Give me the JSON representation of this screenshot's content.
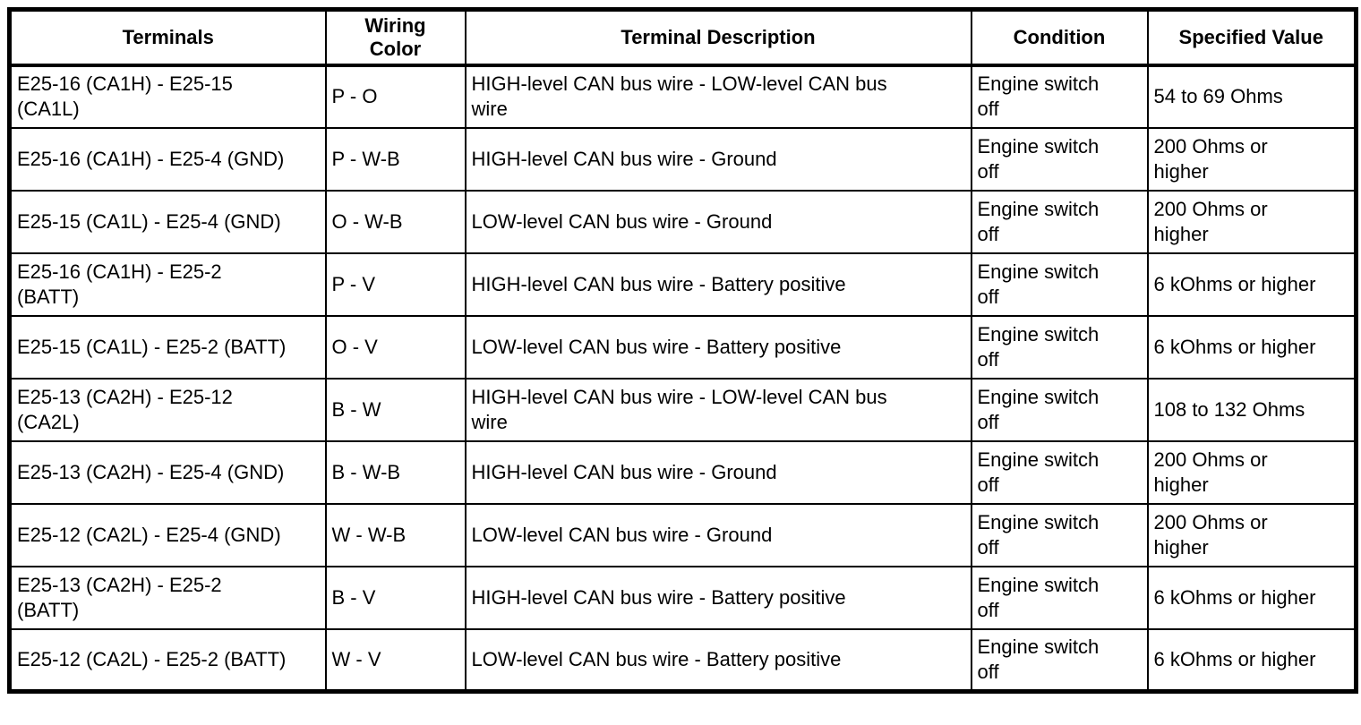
{
  "colors": {
    "background": "#ffffff",
    "border": "#000000",
    "text": "#000000"
  },
  "table": {
    "columns": [
      "Terminals",
      "Wiring\nColor",
      "Terminal Description",
      "Condition",
      "Specified Value"
    ],
    "rows": [
      [
        "E25-16 (CA1H) - E25-15\n(CA1L)",
        "P - O",
        "HIGH-level CAN bus wire - LOW-level CAN bus\nwire",
        "Engine switch\noff",
        "54 to 69 Ohms"
      ],
      [
        "E25-16 (CA1H) - E25-4 (GND)",
        "P - W-B",
        "HIGH-level CAN bus wire - Ground",
        "Engine switch\noff",
        "200 Ohms or\nhigher"
      ],
      [
        "E25-15 (CA1L) - E25-4 (GND)",
        "O - W-B",
        "LOW-level CAN bus wire - Ground",
        "Engine switch\noff",
        "200 Ohms or\nhigher"
      ],
      [
        "E25-16 (CA1H) - E25-2\n(BATT)",
        "P - V",
        "HIGH-level CAN bus wire - Battery positive",
        "Engine switch\noff",
        "6 kOhms or higher"
      ],
      [
        "E25-15 (CA1L) - E25-2 (BATT)",
        "O - V",
        "LOW-level CAN bus wire - Battery positive",
        "Engine switch\noff",
        "6 kOhms or higher"
      ],
      [
        "E25-13 (CA2H) - E25-12\n(CA2L)",
        "B - W",
        "HIGH-level CAN bus wire - LOW-level CAN bus\nwire",
        "Engine switch\noff",
        "108 to 132 Ohms"
      ],
      [
        "E25-13 (CA2H) - E25-4 (GND)",
        "B - W-B",
        "HIGH-level CAN bus wire - Ground",
        "Engine switch\noff",
        "200 Ohms or\nhigher"
      ],
      [
        "E25-12 (CA2L) - E25-4 (GND)",
        "W - W-B",
        "LOW-level CAN bus wire - Ground",
        "Engine switch\noff",
        "200 Ohms or\nhigher"
      ],
      [
        "E25-13 (CA2H) - E25-2\n(BATT)",
        "B - V",
        "HIGH-level CAN bus wire - Battery positive",
        "Engine switch\noff",
        "6 kOhms or higher"
      ],
      [
        "E25-12 (CA2L) - E25-2 (BATT)",
        "W - V",
        "LOW-level CAN bus wire - Battery positive",
        "Engine switch\noff",
        "6 kOhms or higher"
      ]
    ]
  }
}
